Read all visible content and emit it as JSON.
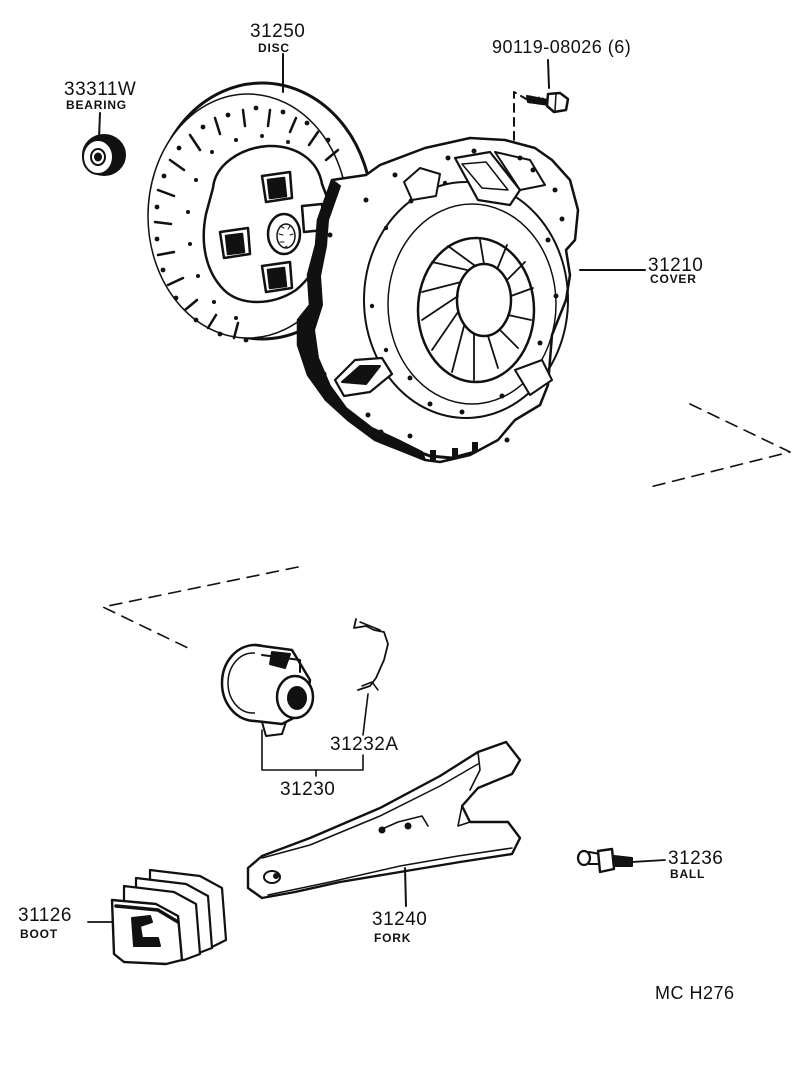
{
  "parts": {
    "disc": {
      "number": "31250",
      "name": "DISC"
    },
    "bearing": {
      "number": "33311W",
      "name": "BEARING"
    },
    "bolt": {
      "number": "90119-08026 (6)"
    },
    "cover": {
      "number": "31210",
      "name": "COVER"
    },
    "clip": {
      "number": "31232A"
    },
    "release_bearing": {
      "number": "31230"
    },
    "ball": {
      "number": "31236",
      "name": "BALL"
    },
    "boot": {
      "number": "31126",
      "name": "BOOT"
    },
    "fork": {
      "number": "31240",
      "name": "FORK"
    }
  },
  "footer": {
    "code": "MC  H276"
  },
  "colors": {
    "ink": "#111111",
    "paper": "#ffffff"
  }
}
